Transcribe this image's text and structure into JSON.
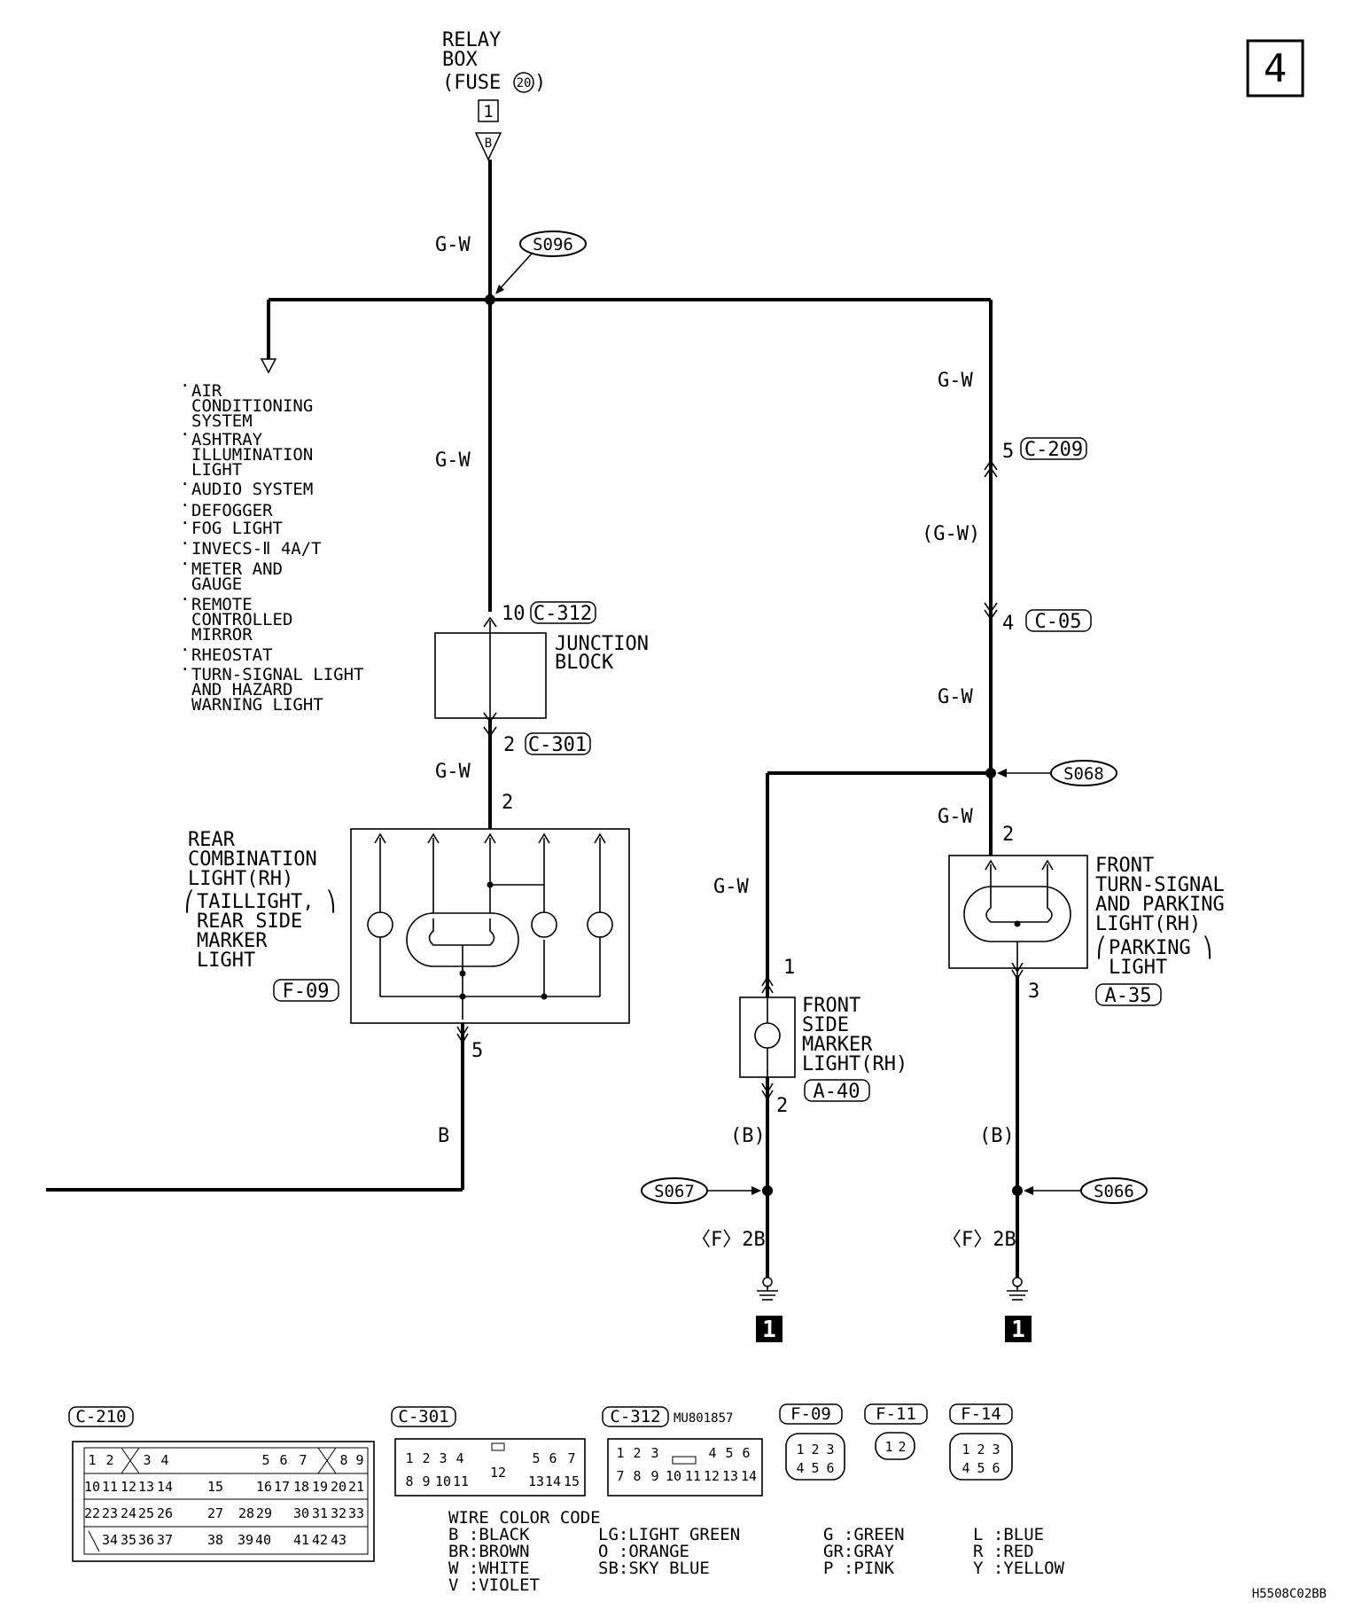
{
  "page_number": "4",
  "source": {
    "line1": "RELAY",
    "line2": "BOX",
    "line3": "(FUSE",
    "fuse": "20",
    "line3_end": ")",
    "pin": "1",
    "connector": "B"
  },
  "wires": {
    "gw": "G-W",
    "gw_paren": "(G-W)",
    "b": "B",
    "b_paren": "(B)"
  },
  "splices": {
    "s096": "S096",
    "s068": "S068",
    "s067": "S067",
    "s066": "S066"
  },
  "systems_list": [
    "AIR",
    "CONDITIONING",
    "SYSTEM",
    "ASHTRAY",
    "ILLUMINATION",
    "LIGHT",
    "AUDIO SYSTEM",
    "DEFOGGER",
    "FOG LIGHT",
    "INVECS-Ⅱ 4A/T",
    "METER AND",
    "GAUGE",
    "REMOTE",
    "CONTROLLED",
    "MIRROR",
    "RHEOSTAT",
    "TURN-SIGNAL LIGHT",
    "AND HAZARD",
    "WARNING LIGHT"
  ],
  "junction_block": {
    "line1": "JUNCTION",
    "line2": "BLOCK",
    "in_pin": "10",
    "in_conn": "C-312",
    "out_pin": "2",
    "out_conn": "C-301"
  },
  "rear_combo": {
    "line1": "REAR",
    "line2": "COMBINATION",
    "line3": "LIGHT(RH)",
    "line4": "TAILLIGHT,",
    "line5": "REAR SIDE",
    "line6": "MARKER",
    "line7": "LIGHT",
    "conn": "F-09",
    "in_pin": "2",
    "out_pin": "5"
  },
  "right_branch": {
    "c209_pin": "5",
    "c209": "C-209",
    "c05_pin": "4",
    "c05": "C-05"
  },
  "front_turn": {
    "line1": "FRONT",
    "line2": "TURN-SIGNAL",
    "line3": "AND PARKING",
    "line4": "LIGHT(RH)",
    "line5": "PARKING",
    "line6": "LIGHT",
    "conn": "A-35",
    "in_pin": "2",
    "out_pin": "3"
  },
  "front_side": {
    "line1": "FRONT",
    "line2": "SIDE",
    "line3": "MARKER",
    "line4": "LIGHT(RH)",
    "conn": "A-40",
    "in_pin": "1",
    "out_pin": "2"
  },
  "grounds": {
    "ref": "〈F〉2B",
    "num": "1"
  },
  "connector_views": {
    "c210": {
      "name": "C-210",
      "row1": [
        "1",
        "2",
        "3",
        "4",
        "5",
        "6",
        "7",
        "8",
        "9"
      ],
      "row2": [
        "10",
        "11",
        "12",
        "13",
        "14",
        "15",
        "16",
        "17",
        "18",
        "19",
        "20",
        "21"
      ],
      "row3": [
        "22",
        "23",
        "24",
        "25",
        "26",
        "27",
        "28",
        "29",
        "30",
        "31",
        "32",
        "33"
      ],
      "row4": [
        "34",
        "35",
        "36",
        "37",
        "38",
        "39",
        "40",
        "41",
        "42",
        "43"
      ]
    },
    "c301": {
      "name": "C-301",
      "row1": [
        "1",
        "2",
        "3",
        "4",
        "5",
        "6",
        "7"
      ],
      "row2": [
        "8",
        "9",
        "10",
        "11",
        "13",
        "14",
        "15"
      ],
      "mid": "12"
    },
    "c312": {
      "name": "C-312",
      "part": "MU801857",
      "row1": [
        "1",
        "2",
        "3",
        "4",
        "5",
        "6"
      ],
      "row2": [
        "7",
        "8",
        "9",
        "10",
        "11",
        "12",
        "13",
        "14"
      ]
    },
    "f09": {
      "name": "F-09",
      "pins": [
        "1",
        "2",
        "3",
        "4",
        "5",
        "6"
      ]
    },
    "f11": {
      "name": "F-11",
      "pins": [
        "1",
        "2"
      ]
    },
    "f14": {
      "name": "F-14",
      "pins": [
        "1",
        "2",
        "3",
        "4",
        "5",
        "6"
      ]
    }
  },
  "legend": {
    "title": "WIRE COLOR CODE",
    "col1": [
      "B :BLACK",
      "BR:BROWN",
      "W :WHITE",
      "V :VIOLET"
    ],
    "col2": [
      "LG:LIGHT GREEN",
      "O :ORANGE",
      "SB:SKY BLUE"
    ],
    "col3": [
      "G :GREEN",
      "GR:GRAY",
      "P :PINK"
    ],
    "col4": [
      "L :BLUE",
      "R :RED",
      "Y :YELLOW"
    ]
  },
  "footer_code": "H5508C02BB"
}
